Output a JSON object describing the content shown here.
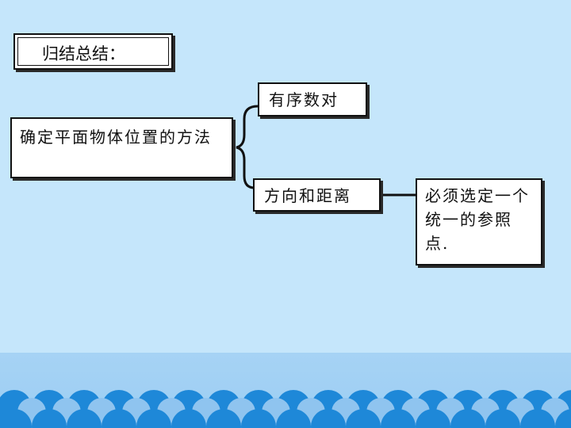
{
  "title": "归结总结：",
  "main_box": "确定平面物体位置的方法",
  "branches": [
    {
      "label": "有序数对"
    },
    {
      "label": "方向和距离",
      "note": "必须选定一个统一的参照点."
    }
  ],
  "colors": {
    "background": "#c5e6fb",
    "band": "#a6d3f5",
    "wave": "#1e88d8",
    "box_border": "#111111"
  }
}
